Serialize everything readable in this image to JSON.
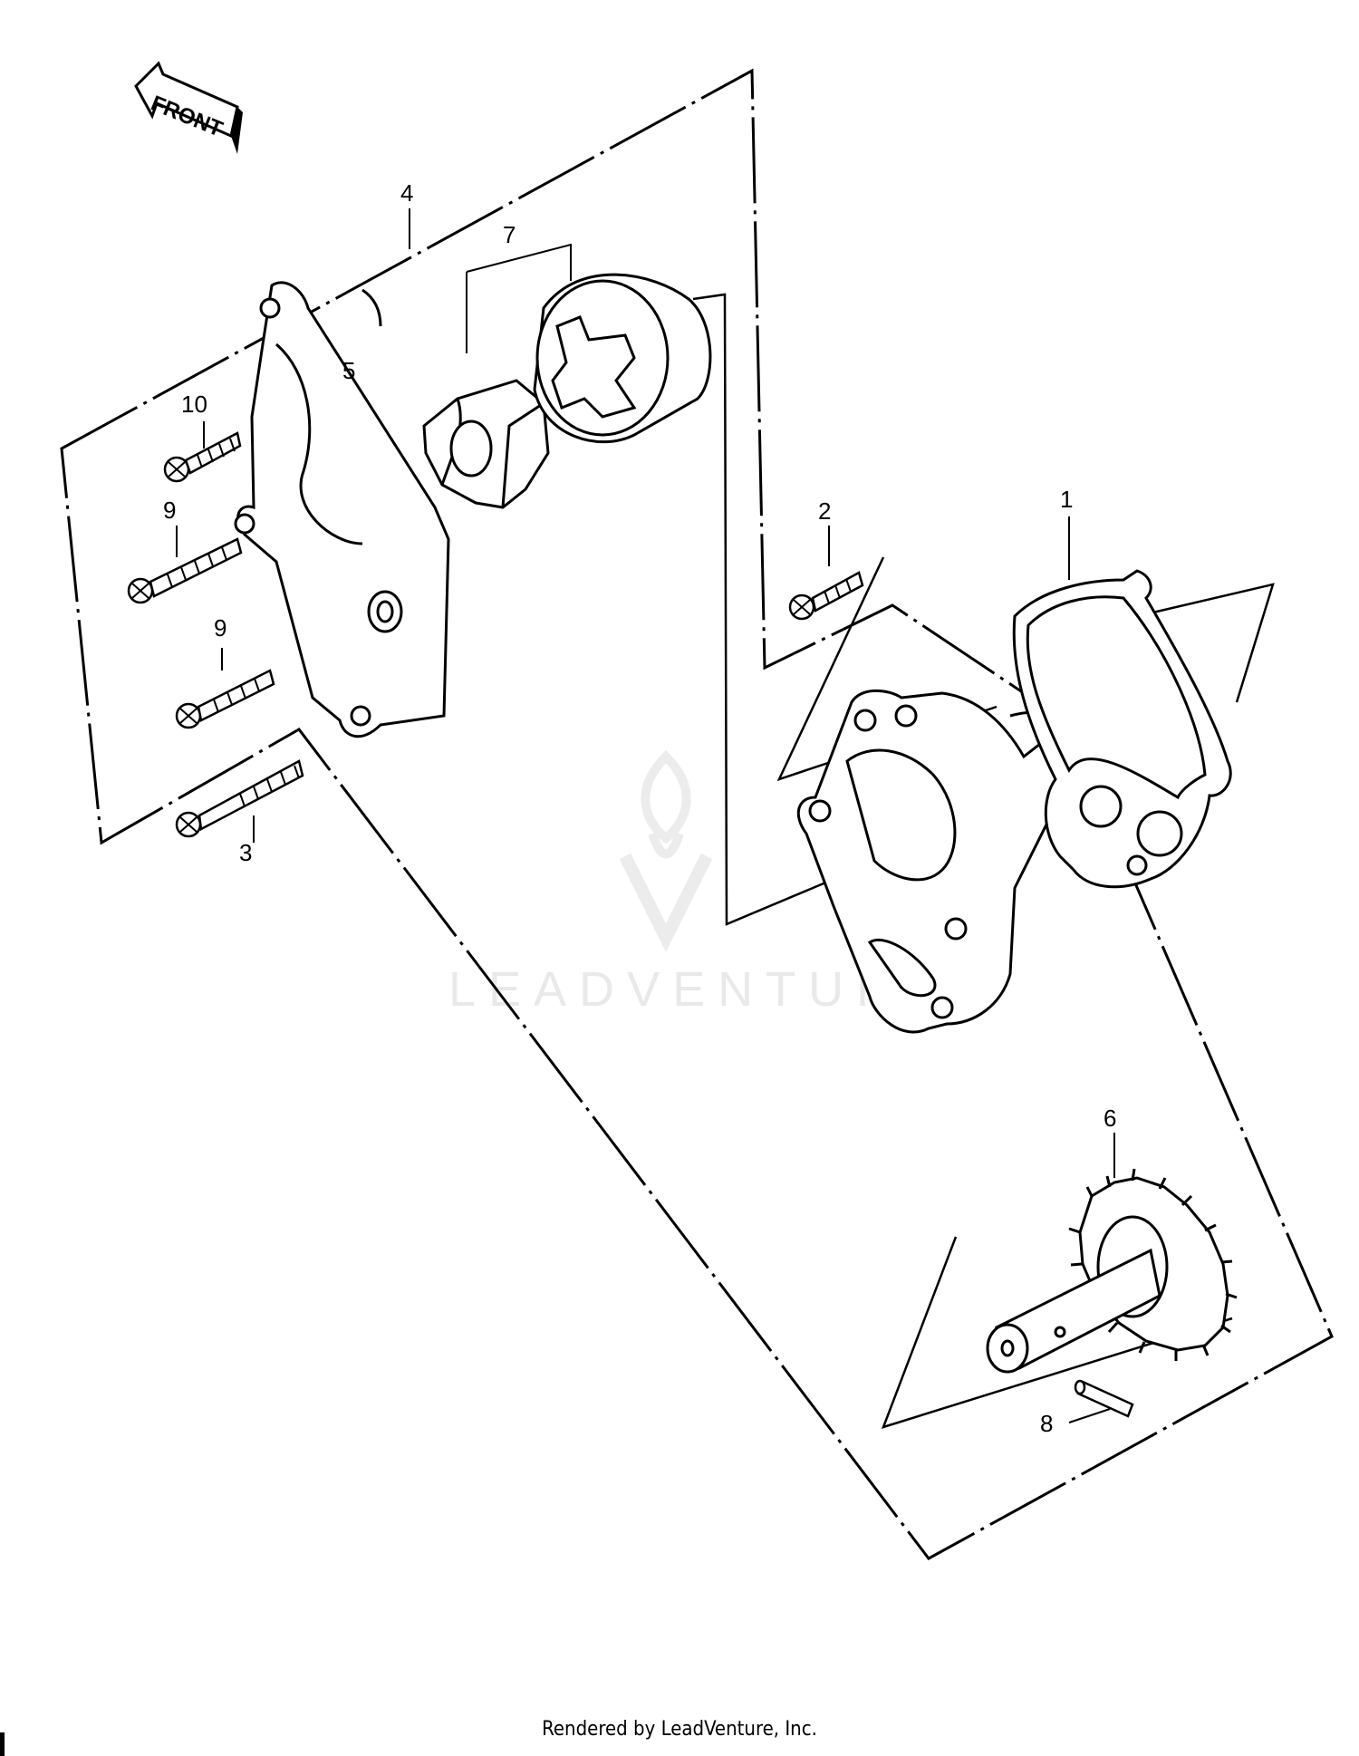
{
  "diagram": {
    "front_arrow_text": "FRONT",
    "watermark": "LEADVENTURE",
    "callouts": [
      "1",
      "2",
      "3",
      "4",
      "5",
      "6",
      "7",
      "8",
      "9",
      "9",
      "10"
    ]
  },
  "footer": {
    "text": "Rendered by LeadVenture, Inc."
  }
}
